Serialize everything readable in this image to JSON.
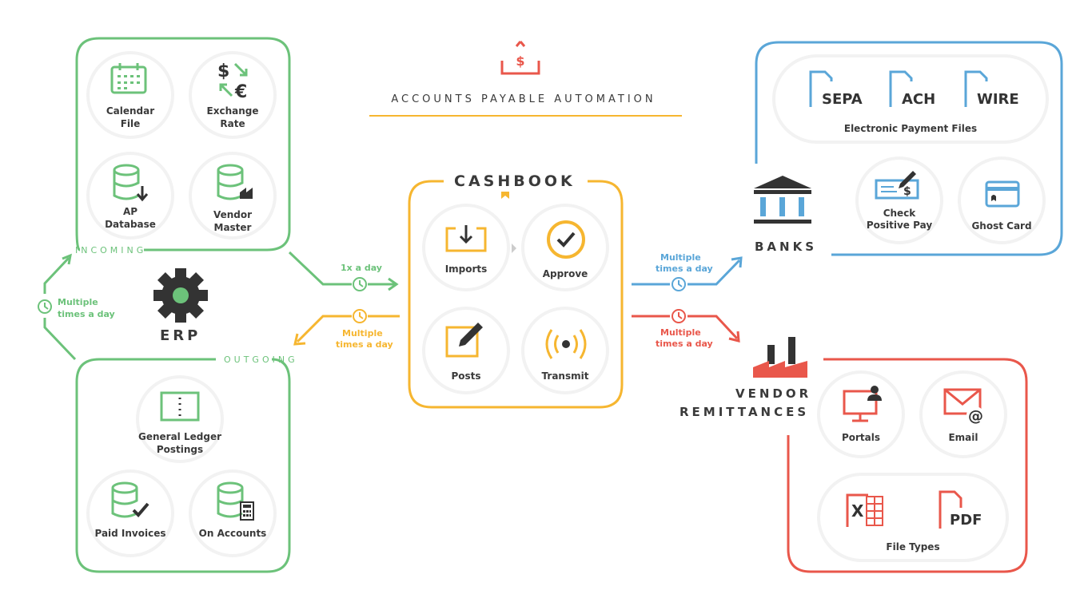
{
  "header": {
    "title": "ACCOUNTS PAYABLE AUTOMATION"
  },
  "erp": {
    "label": "ERP",
    "incoming_label": "INCOMING",
    "outgoing_label": "OUTGOING",
    "sync_label_1": "Multiple",
    "sync_label_2": "times a day",
    "incoming_items": [
      "Calendar",
      "File",
      "Exchange",
      "Rate",
      "AP",
      "Database",
      "Vendor",
      "Master"
    ],
    "outgoing_items": [
      "General Ledger",
      "Postings",
      "Paid Invoices",
      "On Accounts"
    ]
  },
  "cashbook": {
    "title": "CASHBOOK",
    "items": [
      "Imports",
      "Approve",
      "Posts",
      "Transmit"
    ]
  },
  "flows": {
    "in_label": "1x a day",
    "out_label_1": "Multiple",
    "out_label_2": "times a day",
    "bank_label_1": "Multiple",
    "bank_label_2": "times a day",
    "vendor_label_1": "Multiple",
    "vendor_label_2": "times a day"
  },
  "banks": {
    "label": "BANKS",
    "files": [
      "SEPA",
      "ACH",
      "WIRE"
    ],
    "files_caption": "Electronic Payment Files",
    "check_1": "Check",
    "check_2": "Positive Pay",
    "ghost": "Ghost Card"
  },
  "vendors": {
    "label_1": "VENDOR",
    "label_2": "REMITTANCES",
    "portals": "Portals",
    "email": "Email",
    "file_types": "File Types",
    "pdf": "PDF",
    "excel_letter": "X"
  },
  "colors": {
    "green": "#6cc27a",
    "yellow": "#f6b630",
    "blue": "#5aa6d8",
    "red": "#e9574b",
    "dark": "#333333",
    "ring": "#f2f2f2"
  }
}
